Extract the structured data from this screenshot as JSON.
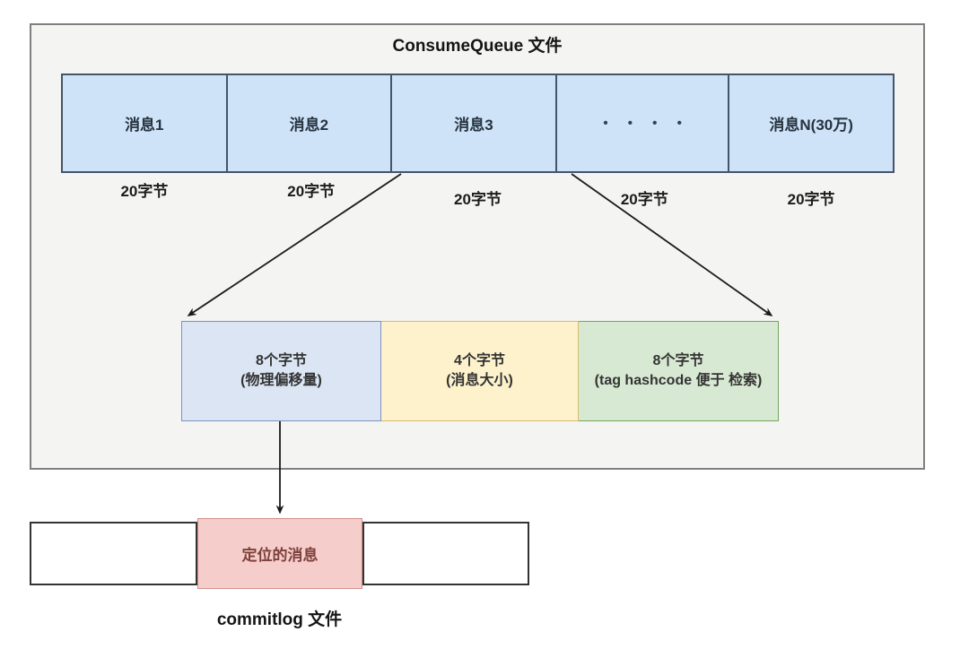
{
  "consume_queue": {
    "title": "ConsumeQueue 文件",
    "messages": [
      {
        "label": "消息1",
        "size_label": "20字节"
      },
      {
        "label": "消息2",
        "size_label": "20字节"
      },
      {
        "label": "消息3",
        "size_label": "20字节"
      },
      {
        "label": "• • • •",
        "size_label": "20字节"
      },
      {
        "label": "消息N(30万)",
        "size_label": "20字节"
      }
    ],
    "entry_detail": {
      "segments": [
        {
          "line1": "8个字节",
          "line2": "(物理偏移量)"
        },
        {
          "line1": "4个字节",
          "line2": "(消息大小)"
        },
        {
          "line1": "8个字节",
          "line2": "(tag hashcode 便于 检索)"
        }
      ]
    }
  },
  "commitlog": {
    "label": "commitlog 文件",
    "highlight_label": "定位的消息"
  },
  "colors": {
    "outer_fill": "#f4f4f2",
    "outer_border": "#7f7f7f",
    "message_fill": "#cfe3f8",
    "message_border": "#44546b",
    "offset_fill": "#dbe5f4",
    "offset_border": "#7e93bc",
    "size_fill": "#fdf2cc",
    "size_border": "#d8bc6b",
    "taghash_fill": "#d8e9d3",
    "taghash_border": "#76a35e",
    "highlight_fill": "#f5cdca",
    "highlight_border": "#d38e8a",
    "arrow": "#1a1a1a"
  }
}
